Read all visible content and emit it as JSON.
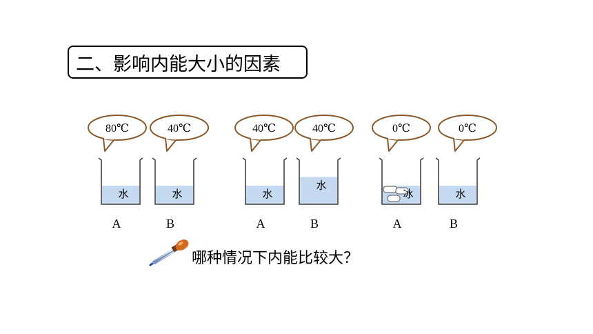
{
  "title": "二、影响内能大小的因素",
  "groups": [
    {
      "beakers": [
        {
          "temp": "80℃",
          "label": "A",
          "content": "水",
          "water_level": 0.42
        },
        {
          "temp": "40℃",
          "label": "B",
          "content": "水",
          "water_level": 0.42
        }
      ]
    },
    {
      "beakers": [
        {
          "temp": "40℃",
          "label": "A",
          "content": "水",
          "water_level": 0.42
        },
        {
          "temp": "40℃",
          "label": "B",
          "content": "水",
          "water_level": 0.62
        }
      ]
    },
    {
      "beakers": [
        {
          "temp": "0℃",
          "label": "A",
          "content": "冰",
          "water_level": 0.42,
          "has_ice": true
        },
        {
          "temp": "0℃",
          "label": "B",
          "content": "水",
          "water_level": 0.42
        }
      ]
    }
  ],
  "question": "哪种情况下内能比较大？",
  "colors": {
    "bubble_stroke": "#8B5A2B",
    "water": "#C5D9F1",
    "beaker_stroke": "#404040"
  },
  "icons": {
    "dropper": "dropper-icon"
  }
}
